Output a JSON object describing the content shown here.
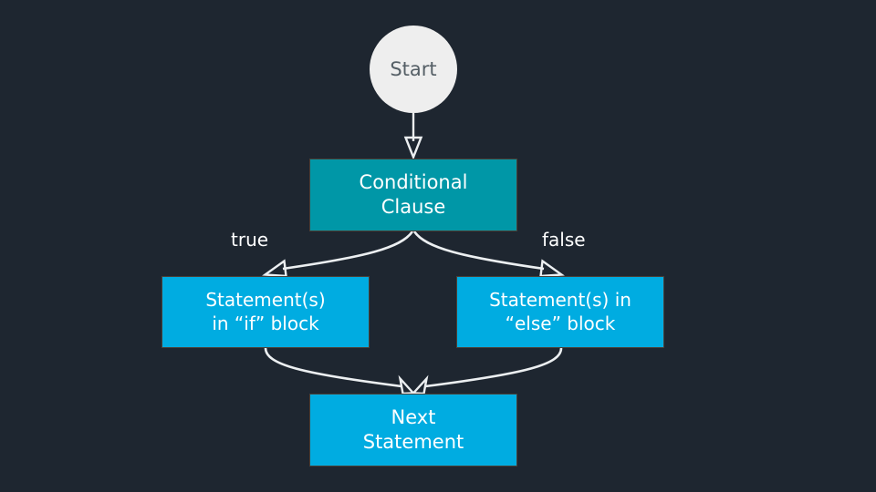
{
  "diagram": {
    "title": "if-else conditional flowchart",
    "background_color": "#1e2630",
    "nodes": {
      "start": {
        "label": "Start",
        "shape": "circle",
        "fill": "#eeeeee",
        "text_color": "#555f66"
      },
      "conditional": {
        "label": "Conditional\nClause",
        "shape": "rectangle",
        "fill": "#0097a7",
        "text_color": "#ffffff"
      },
      "if_block": {
        "label": "Statement(s)\nin “if” block",
        "shape": "rectangle",
        "fill": "#00ace1",
        "text_color": "#ffffff"
      },
      "else_block": {
        "label": "Statement(s) in\n“else” block",
        "shape": "rectangle",
        "fill": "#00ace1",
        "text_color": "#ffffff"
      },
      "next": {
        "label": "Next\nStatement",
        "shape": "rectangle",
        "fill": "#00ace1",
        "text_color": "#ffffff"
      }
    },
    "edges": [
      {
        "id": "start-to-conditional",
        "from": "start",
        "to": "conditional",
        "label": "",
        "arrow": "open-triangle",
        "stroke": "#eceff1"
      },
      {
        "id": "conditional-to-if",
        "from": "conditional",
        "to": "if_block",
        "label": "true",
        "arrow": "open-triangle",
        "stroke": "#eceff1"
      },
      {
        "id": "conditional-to-else",
        "from": "conditional",
        "to": "else_block",
        "label": "false",
        "arrow": "open-triangle",
        "stroke": "#eceff1"
      },
      {
        "id": "if-to-next",
        "from": "if_block",
        "to": "next",
        "label": "",
        "arrow": "open-triangle",
        "stroke": "#eceff1"
      },
      {
        "id": "else-to-next",
        "from": "else_block",
        "to": "next",
        "label": "",
        "arrow": "open-triangle",
        "stroke": "#eceff1"
      }
    ],
    "edge_labels": {
      "true": "true",
      "false": "false"
    }
  }
}
